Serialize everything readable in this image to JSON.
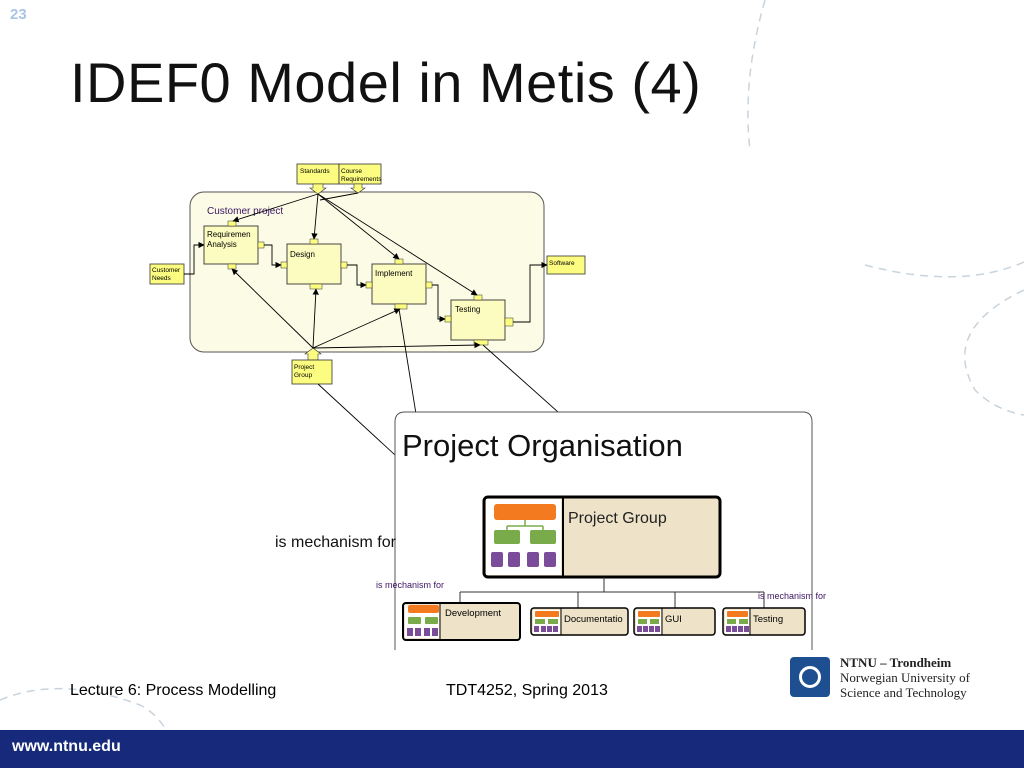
{
  "slide": {
    "number": "23",
    "title": "IDEF0 Model in Metis (4)"
  },
  "idef0": {
    "container_label": "Customer project",
    "controls": [
      "Standards",
      "Course\nRequirements"
    ],
    "input": "Customer\nNeeds",
    "output": "Software",
    "mechanism": "Project\nGroup",
    "activities": [
      "Requiremen\nAnalysis",
      "Design",
      "Implement",
      "Testing"
    ]
  },
  "org_chart": {
    "title": "Project Organisation",
    "root": "Project Group",
    "children": [
      "Development",
      "Documentatio",
      "GUI",
      "Testing"
    ],
    "relation_big": "is mechanism for",
    "relation_small_1": "is mechanism for",
    "relation_small_2": "is mechanism for"
  },
  "footer": {
    "lecture": "Lecture 6: Process Modelling",
    "course": "TDT4252, Spring 2013",
    "org_line1": "NTNU – Trondheim",
    "org_line2": "Norwegian University of",
    "org_line3": "Science and Technology",
    "url": "www.ntnu.edu"
  },
  "colors": {
    "activity_fill": "#fcfcc0",
    "container_fill": "#fbfbe6",
    "org_box_fill": "#eee3c8",
    "org_orange": "#f47a20",
    "org_green": "#7aab4a",
    "org_purple": "#7a4c9a",
    "footer_bar": "#16297a",
    "relation_purple": "#3c1463"
  }
}
